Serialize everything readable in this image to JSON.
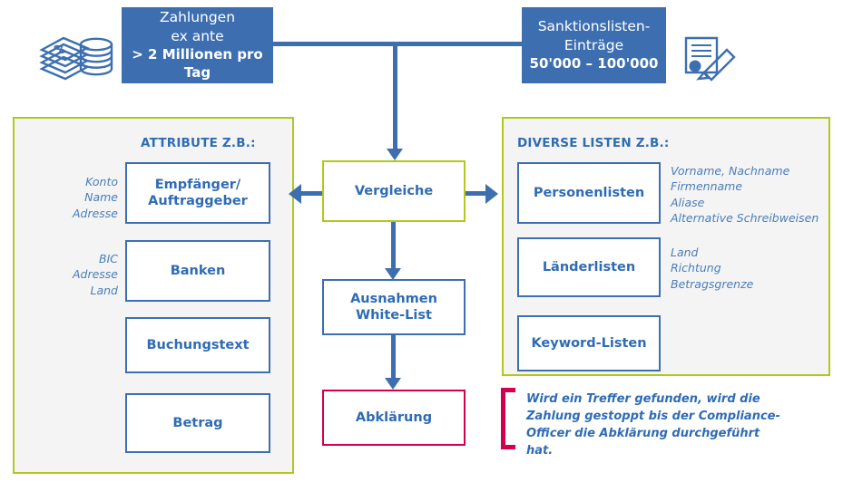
{
  "diagram": {
    "colors": {
      "blue_fill": "#3d6fb0",
      "blue_text": "#2f6cb4",
      "green_border": "#b2c81b",
      "red_border": "#d4004e",
      "panel_fill": "#f4f4f4"
    },
    "top": {
      "payments_box": {
        "line1": "Zahlungen",
        "line2": "ex ante",
        "line3": "> 2 Millionen pro Tag"
      },
      "sanctions_box": {
        "line1": "Sanktionslisten-",
        "line2": "Einträge",
        "line3": "50'000 – 100'000"
      },
      "money_icon": "banknotes-and-coins-icon",
      "document_icon": "signed-document-icon"
    },
    "left_panel": {
      "title": "ATTRIBUTE Z.B.:",
      "rows": [
        {
          "labels": "Konto\nName\nAdresse",
          "box": "Empfänger/\nAuftraggeber"
        },
        {
          "labels": "BIC\nAdresse\nLand",
          "box": "Banken"
        },
        {
          "labels": "",
          "box": "Buchungstext"
        },
        {
          "labels": "",
          "box": "Betrag"
        }
      ]
    },
    "right_panel": {
      "title": "DIVERSE LISTEN Z.B.:",
      "rows": [
        {
          "box": "Personenlisten",
          "labels": "Vorname, Nachname\nFirmenname\nAliase\nAlternative Schreibweisen"
        },
        {
          "box": "Länderlisten",
          "labels": "Land\nRichtung\nBetragsgrenze"
        },
        {
          "box": "Keyword-Listen",
          "labels": ""
        }
      ]
    },
    "center": {
      "compare_box": "Vergleiche",
      "exceptions_box": "Ausnahmen\nWhite-List",
      "clarification_box": "Abklärung"
    },
    "note": "Wird ein Treffer gefunden, wird die Zahlung gestoppt bis der Compliance-Officer die Abklärung durchgeführt hat."
  }
}
